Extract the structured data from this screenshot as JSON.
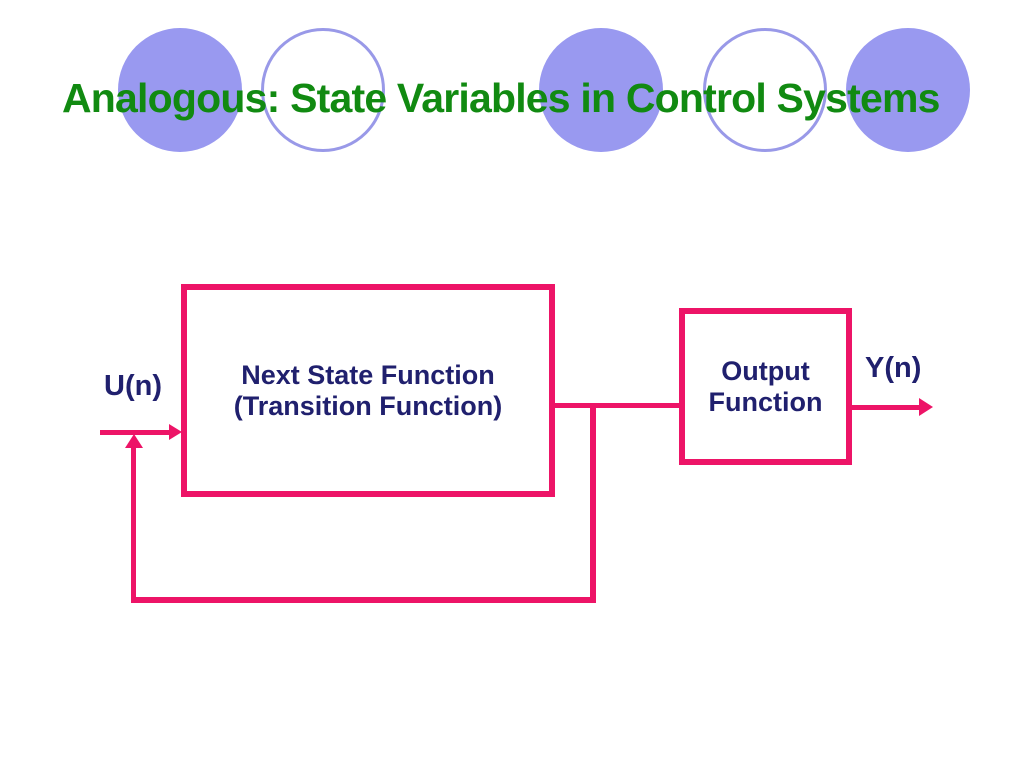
{
  "slide": {
    "title": "Analogous: State Variables in Control Systems"
  },
  "diagram": {
    "input_label": "U(n)",
    "output_label": "Y(n)",
    "next_state_box": {
      "line1": "Next State Function",
      "line2": "(Transition Function)"
    },
    "output_box": {
      "line1": "Output",
      "line2": "Function"
    },
    "connections": {
      "input_arrow": "U(n) into Next State Function",
      "state_to_output": "Next State Function to Output Function",
      "output_arrow": "Output Function to Y(n)",
      "feedback_loop": "state line tapped down, back left and up into input line"
    }
  },
  "decor": {
    "circle_pattern": [
      "filled",
      "outline",
      "filled",
      "outline",
      "filled"
    ]
  },
  "colors": {
    "background": "#FFFFFF",
    "title_green": "#118A11",
    "diagram_pink": "#ED1467",
    "text_navy": "#20206E",
    "circle_periwinkle_fill": "#9999F0",
    "circle_periwinkle_ring": "#9999E8"
  }
}
